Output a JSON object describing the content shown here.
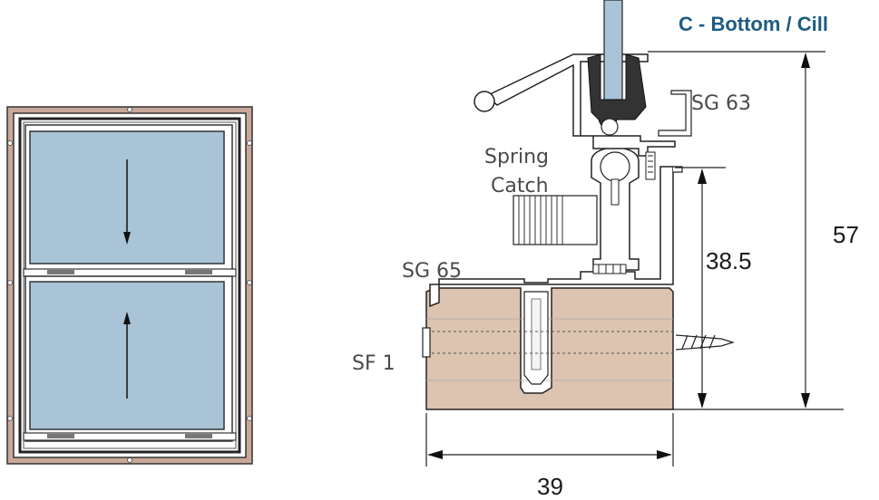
{
  "title": "C - Bottom / Cill",
  "labels": {
    "sg63": "SG 63",
    "spring": "Spring",
    "catch": "Catch",
    "sg65": "SG 65",
    "sf1": "SF 1"
  },
  "dimensions": {
    "height_total": "57",
    "height_partial": "38.5",
    "width": "39"
  },
  "colors": {
    "title": "#1d5c82",
    "glass": "#a8c4d6",
    "timber": "#dcc4b0",
    "frame_outer": "#c9a89a",
    "gasket": "#333333"
  },
  "icons": {
    "arrow_down": "arrow-down-icon",
    "arrow_up": "arrow-up-icon",
    "screw": "screw-icon"
  }
}
